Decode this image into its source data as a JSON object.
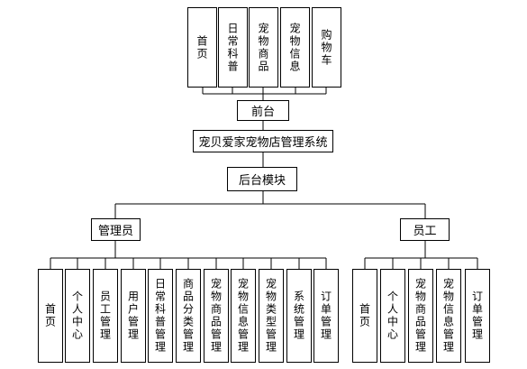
{
  "frontend": {
    "label": "前台",
    "modules": [
      "首页",
      "日常科普",
      "宠物商品",
      "宠物信息",
      "购物车"
    ]
  },
  "system": {
    "label": "宠贝爱家宠物店管理系统"
  },
  "backend": {
    "label": "后台模块"
  },
  "admin": {
    "label": "管理员",
    "modules": [
      "首页",
      "个人中心",
      "员工管理",
      "用户管理",
      "日常科普管理",
      "商品分类管理",
      "宠物商品管理",
      "宠物信息管理",
      "宠物类型管理",
      "系统管理",
      "订单管理"
    ]
  },
  "staff": {
    "label": "员工",
    "modules": [
      "首页",
      "个人中心",
      "宠物商品管理",
      "宠物信息管理",
      "订单管理"
    ]
  }
}
